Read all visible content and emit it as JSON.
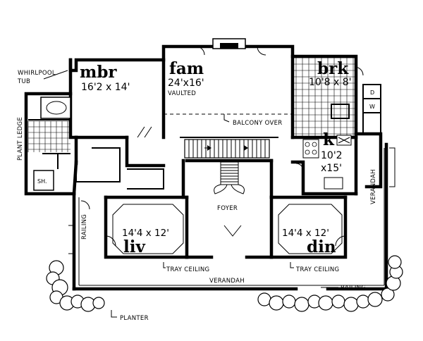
{
  "rooms": {
    "mbr": {
      "name": "mbr",
      "dim": "16'2 x 14'"
    },
    "fam": {
      "name": "fam",
      "dim": "24'x16'",
      "note": "VAULTED"
    },
    "brk": {
      "name": "brk",
      "dim": "10'8 x 8'"
    },
    "k": {
      "name": "k",
      "dim1": "10'2",
      "dim2": "x15'"
    },
    "liv": {
      "name": "liv",
      "dim": "14'4 x 12'"
    },
    "din": {
      "name": "din",
      "dim": "14'4 x 12'"
    }
  },
  "labels": {
    "whirlpool_1": "WHIRLPOOL",
    "whirlpool_2": "TUB",
    "plant_ledge": "PLANT LEDGE",
    "balcony_over": "BALCONY OVER",
    "foyer": "FOYER",
    "railing_left": "RAILING",
    "railing_right": "RAILING",
    "verandah_right": "VERANDAH",
    "verandah_bottom": "VERANDAH",
    "tray_ceiling_liv": "TRAY CEILING",
    "tray_ceiling_din": "TRAY CEILING",
    "planter": "PLANTER",
    "shower": "SH.",
    "washer": "W",
    "dryer": "D"
  }
}
